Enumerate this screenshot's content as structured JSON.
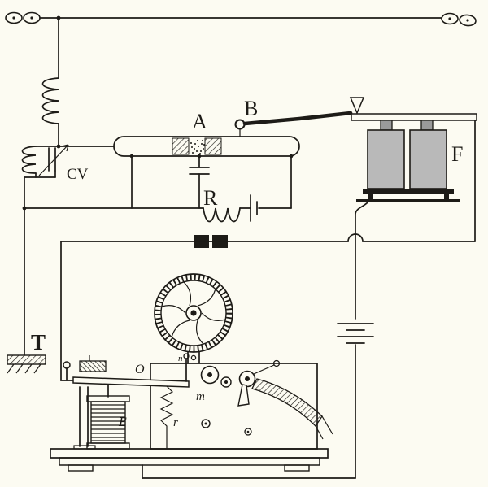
{
  "figure": {
    "kind": "vintage-schematic",
    "description": "Coherer wireless telegraph receiver with tuning coils, relay, local batteries and Morse ink register",
    "background_color": "#fcfbf2",
    "ink_color": "#1d1b17",
    "cell_fill": "#b9b9b9"
  },
  "labels": {
    "coherer": "A",
    "contact": "B",
    "variable_capacitor": "CV",
    "local_battery": "F",
    "relay": "R",
    "earth": "T",
    "electromagnet": "E",
    "pivot": "O",
    "armature": "m",
    "spring": "r",
    "guide": "n"
  }
}
